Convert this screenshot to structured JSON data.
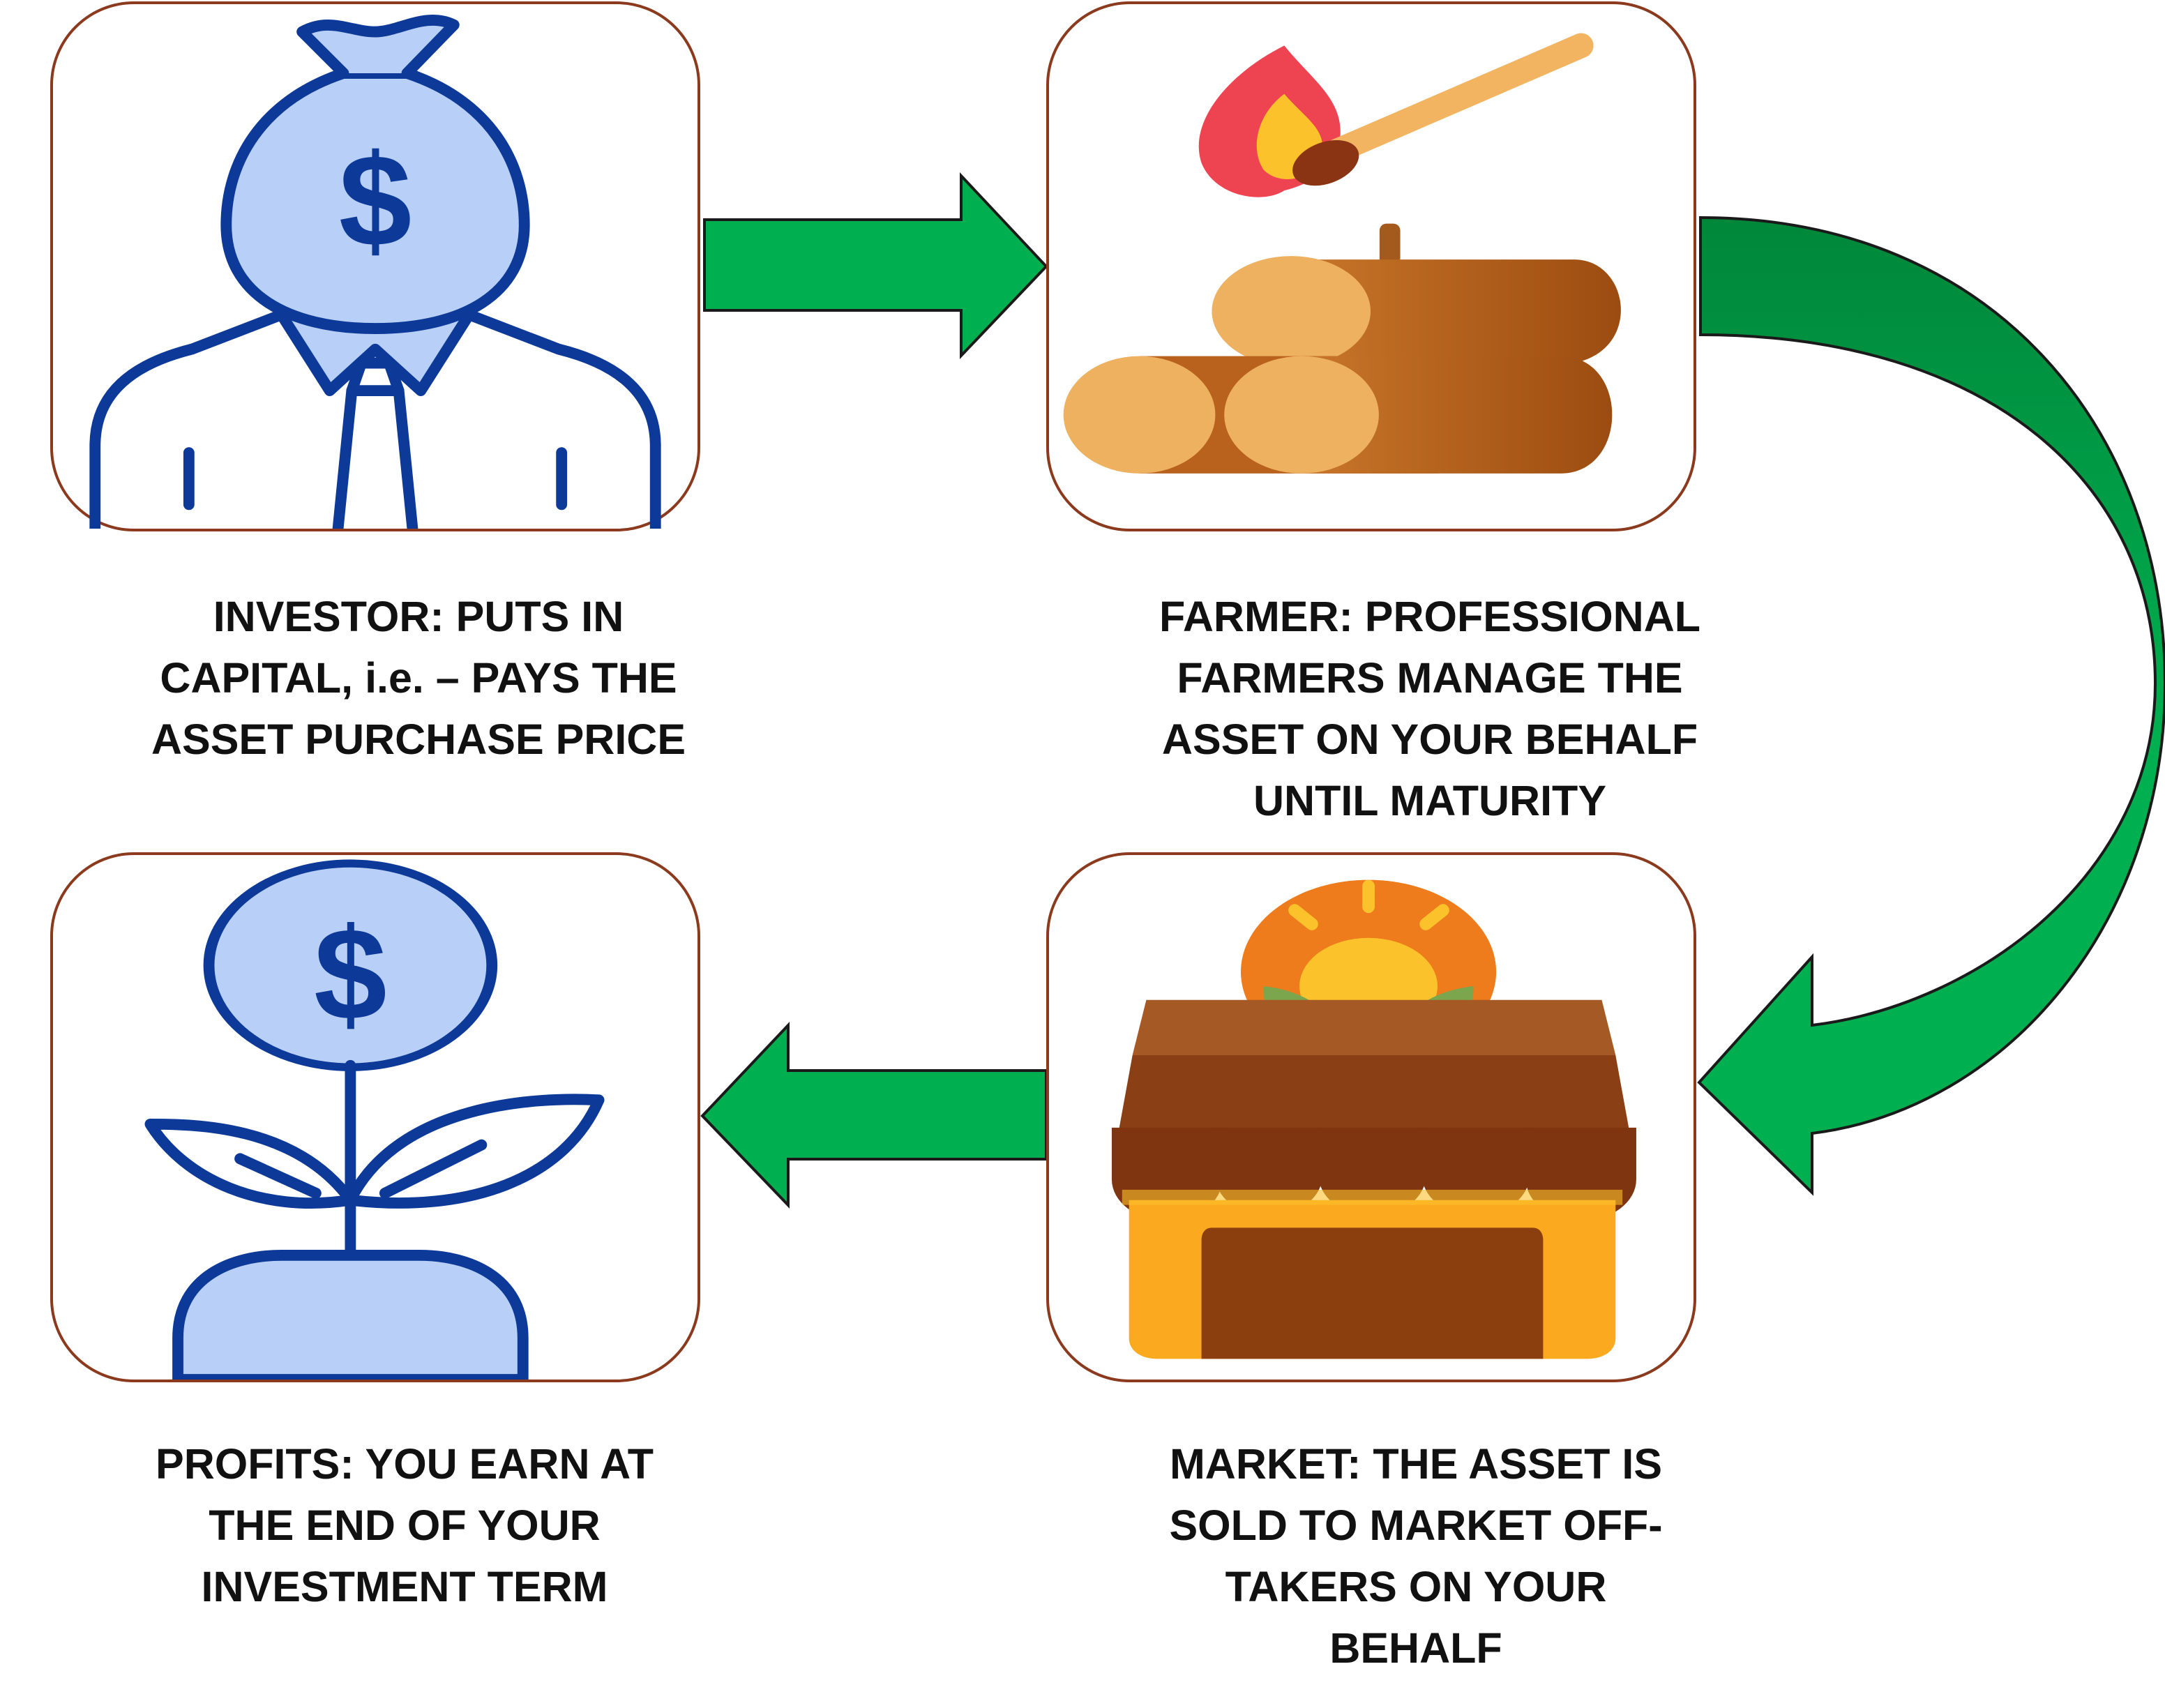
{
  "colors": {
    "card_border": "#8b3a1e",
    "arrow_green": "#00b050",
    "arrow_dark_green": "#00873a",
    "icon_blue": "#0d3a99",
    "icon_light_blue": "#b8d0f7"
  },
  "steps": {
    "investor": {
      "icon": "money-bag-investor-icon",
      "caption": "INVESTOR: PUTS IN\nCAPITAL, i.e. – PAYS THE\nASSET PURCHASE PRICE"
    },
    "farmer": {
      "icon": "cassava-logs-with-match-icon",
      "caption": "FARMER: PROFESSIONAL\nFARMERS MANAGE THE\nASSET ON YOUR BEHALF\nUNTIL MATURITY"
    },
    "market": {
      "icon": "market-stall-icon",
      "caption": "MARKET: THE ASSET IS\nSOLD TO MARKET OFF-\nTAKERS ON YOUR\nBEHALF"
    },
    "profits": {
      "icon": "money-plant-icon",
      "caption": "PROFITS: YOU EARN AT\nTHE END OF YOUR\nINVESTMENT TERM"
    }
  }
}
